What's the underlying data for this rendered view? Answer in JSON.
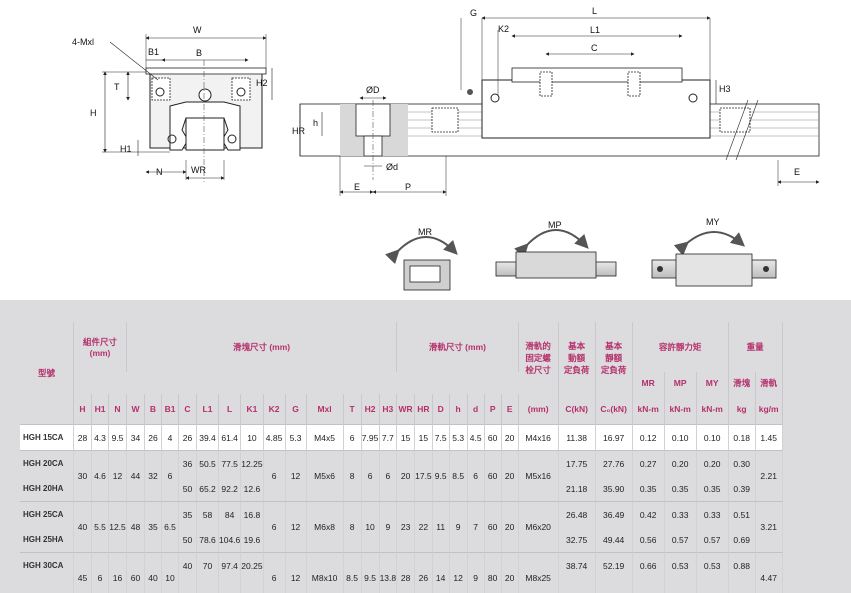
{
  "drawing_labels": {
    "front": {
      "mounting": "4-Mxl",
      "W": "W",
      "B1": "B1",
      "B": "B",
      "T": "T",
      "H2": "H2",
      "H": "H",
      "H1": "H1",
      "N": "N",
      "WR": "WR"
    },
    "side": {
      "G": "G",
      "L": "L",
      "K2": "K2",
      "L1": "L1",
      "C": "C",
      "H3": "H3",
      "OD": "ØD",
      "h": "h",
      "HR": "HR",
      "Od": "Ød",
      "E1": "E",
      "P": "P",
      "E2": "E"
    },
    "moments": {
      "MR": "MR",
      "MP": "MP",
      "MY": "MY"
    }
  },
  "table": {
    "headers": {
      "model": "型號",
      "assembly": "組件尺寸",
      "assembly_unit": "(mm)",
      "block": "滑塊尺寸 (mm)",
      "rail": "滑軌尺寸 (mm)",
      "rail_bolt_l1": "滑軌的",
      "rail_bolt_l2": "固定螺",
      "rail_bolt_l3": "栓尺寸",
      "dyn_l1": "基本",
      "dyn_l2": "動額",
      "dyn_l3": "定負荷",
      "static_l1": "基本",
      "static_l2": "靜額",
      "static_l3": "定負荷",
      "moment": "容許靜力矩",
      "weight": "重量",
      "sub": {
        "H": "H",
        "H1": "H1",
        "N": "N",
        "W": "W",
        "B": "B",
        "B1": "B1",
        "C": "C",
        "L1": "L1",
        "L": "L",
        "K1": "K1",
        "K2": "K2",
        "G": "G",
        "Mxl": "Mxl",
        "T": "T",
        "H2": "H2",
        "H3": "H3",
        "WR": "WR",
        "HR": "HR",
        "D": "D",
        "h": "h",
        "d": "d",
        "P": "P",
        "E": "E",
        "bolt_unit": "(mm)",
        "C_unit": "C(kN)",
        "C0_unit": "C₀(kN)",
        "MR": "MR",
        "MP": "MP",
        "MY": "MY",
        "MR_unit": "kN-m",
        "MP_unit": "kN-m",
        "MY_unit": "kN-m",
        "block_w": "滑塊",
        "rail_w": "滑軌",
        "block_w_unit": "kg",
        "rail_w_unit": "kg/m"
      }
    },
    "row15": {
      "model": "HGH 15CA",
      "H": "28",
      "H1": "4.3",
      "N": "9.5",
      "W": "34",
      "B": "26",
      "B1": "4",
      "C": "26",
      "L1": "39.4",
      "L": "61.4",
      "K1": "10",
      "K2": "4.85",
      "G": "5.3",
      "Mxl": "M4x5",
      "T": "6",
      "H2": "7.95",
      "H3": "7.7",
      "WR": "15",
      "HR": "15",
      "D": "7.5",
      "h": "5.3",
      "d": "4.5",
      "P": "60",
      "E": "20",
      "bolt": "M4x16",
      "Cdyn": "11.38",
      "C0": "16.97",
      "MR": "0.12",
      "MP": "0.10",
      "MY": "0.10",
      "wb": "0.18",
      "wr": "1.45"
    },
    "group20": {
      "shared": {
        "H": "30",
        "H1": "4.6",
        "N": "12",
        "W": "44",
        "B": "32",
        "B1": "6",
        "K2": "6",
        "G": "12",
        "Mxl": "M5x6",
        "T": "8",
        "H2": "6",
        "H3": "6",
        "WR": "20",
        "HR": "17.5",
        "D": "9.5",
        "h": "8.5",
        "d": "6",
        "P": "60",
        "E": "20",
        "bolt": "M5x16",
        "wr": "2.21"
      },
      "a": {
        "model": "HGH 20CA",
        "C": "36",
        "L1": "50.5",
        "L": "77.5",
        "K1": "12.25",
        "Cdyn": "17.75",
        "C0": "27.76",
        "MR": "0.27",
        "MP": "0.20",
        "MY": "0.20",
        "wb": "0.30"
      },
      "b": {
        "model": "HGH 20HA",
        "C": "50",
        "L1": "65.2",
        "L": "92.2",
        "K1": "12.6",
        "Cdyn": "21.18",
        "C0": "35.90",
        "MR": "0.35",
        "MP": "0.35",
        "MY": "0.35",
        "wb": "0.39"
      }
    },
    "group25": {
      "shared": {
        "H": "40",
        "H1": "5.5",
        "N": "12.5",
        "W": "48",
        "B": "35",
        "B1": "6.5",
        "K2": "6",
        "G": "12",
        "Mxl": "M6x8",
        "T": "8",
        "H2": "10",
        "H3": "9",
        "WR": "23",
        "HR": "22",
        "D": "11",
        "h": "9",
        "d": "7",
        "P": "60",
        "E": "20",
        "bolt": "M6x20",
        "wr": "3.21"
      },
      "a": {
        "model": "HGH 25CA",
        "C": "35",
        "L1": "58",
        "L": "84",
        "K1": "16.8",
        "Cdyn": "26.48",
        "C0": "36.49",
        "MR": "0.42",
        "MP": "0.33",
        "MY": "0.33",
        "wb": "0.51"
      },
      "b": {
        "model": "HGH 25HA",
        "C": "50",
        "L1": "78.6",
        "L": "104.6",
        "K1": "19.6",
        "Cdyn": "32.75",
        "C0": "49.44",
        "MR": "0.56",
        "MP": "0.57",
        "MY": "0.57",
        "wb": "0.69"
      }
    },
    "group30": {
      "shared": {
        "H": "45",
        "H1": "6",
        "N": "16",
        "W": "60",
        "B": "40",
        "B1": "10",
        "K2": "6",
        "G": "12",
        "Mxl": "M8x10",
        "T": "8.5",
        "H2": "9.5",
        "H3": "13.8",
        "WR": "28",
        "HR": "26",
        "D": "14",
        "h": "12",
        "d": "9",
        "P": "80",
        "E": "20",
        "bolt": "M8x25",
        "wr": "4.47"
      },
      "a": {
        "model": "HGH 30CA",
        "C": "40",
        "L1": "70",
        "L": "97.4",
        "K1": "20.25",
        "Cdyn": "38.74",
        "C0": "52.19",
        "MR": "0.66",
        "MP": "0.53",
        "MY": "0.53",
        "wb": "0.88"
      }
    }
  }
}
